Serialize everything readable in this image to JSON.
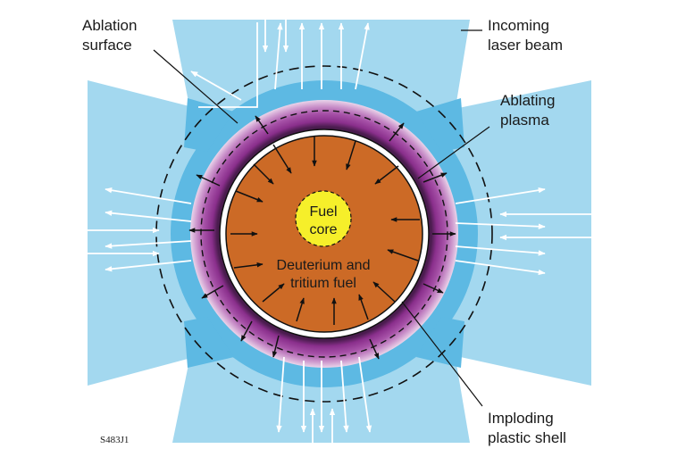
{
  "labels": {
    "ablation_surface": [
      "Ablation",
      "surface"
    ],
    "incoming_laser": [
      "Incoming",
      "laser beam"
    ],
    "ablating_plasma": [
      "Ablating",
      "plasma"
    ],
    "imploding_shell": [
      "Imploding",
      "plastic shell"
    ],
    "fuel_core": [
      "Fuel",
      "core"
    ],
    "fuel": [
      "Deuterium and",
      "tritium fuel"
    ],
    "figure_code": "S483J1"
  },
  "colors": {
    "beam_light": "#9fd6ee",
    "beam_dark": "#57b8e3",
    "plasma_outer": "#d9b0d8",
    "plasma_inner": "#8a2f8c",
    "fuel": "#cc6a26",
    "core": "#f6ef2a"
  }
}
